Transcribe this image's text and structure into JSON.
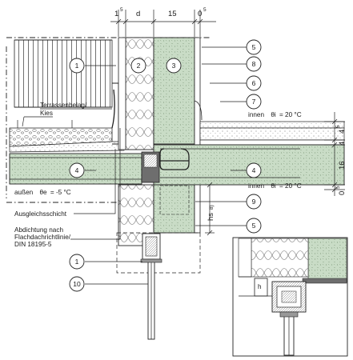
{
  "title": "",
  "dimensions_top": {
    "d1": "1",
    "d1_sup": "5",
    "d2": "d",
    "d3": "15",
    "d4": "0",
    "d4_sup": "5"
  },
  "dimensions_right": {
    "r1": "4",
    "r1_sup": "5",
    "r2": "4",
    "r3": "16",
    "r4": "0",
    "r4_sup": "5"
  },
  "callouts": [
    "1",
    "2",
    "3",
    "5",
    "8",
    "6",
    "7",
    "4",
    "4",
    "9",
    "5",
    "1",
    "10"
  ],
  "labels": {
    "terrassenbelag": "Terrassenbelag/",
    "kies": "Kies",
    "aussen_prefix": "außen",
    "aussen_symbol": "θe",
    "aussen_value": "= -5 °C",
    "innen_top_prefix": "innen",
    "innen_top_symbol": "θi",
    "innen_top_value": "= 20 °C",
    "innen_bottom_prefix": "innen",
    "innen_bottom_symbol": "θi",
    "innen_bottom_value": "= 20 °C",
    "ausgleichsschicht": "Ausgleichsschicht",
    "abdichtung_1": "Abdichtung nach",
    "abdichtung_2": "Flachdachrichtlinie/",
    "abdichtung_3": "DIN 18195-5",
    "hs_symbol": "hs",
    "hs_sup": "8)",
    "detail_h": "h"
  },
  "colors": {
    "concrete": "#c9dcc6",
    "line": "#222222",
    "background": "#ffffff"
  }
}
